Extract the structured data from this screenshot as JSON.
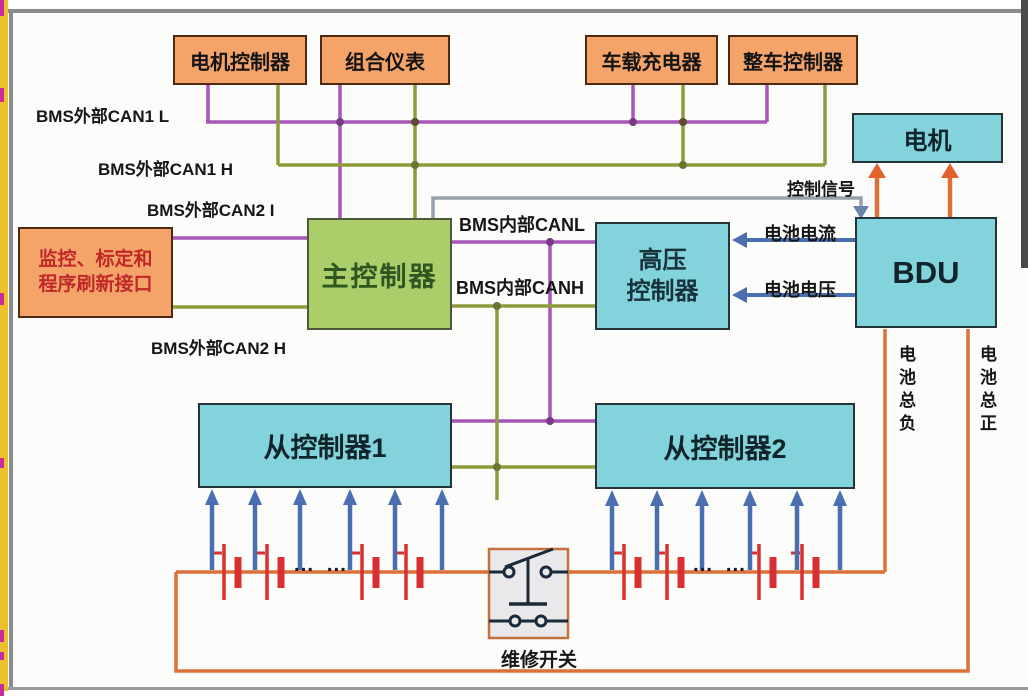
{
  "diagram": {
    "boxes": {
      "motor_controller": {
        "label": "电机控制器"
      },
      "instrument_cluster": {
        "label": "组合仪表"
      },
      "onboard_charger": {
        "label": "车载充电器"
      },
      "vehicle_controller": {
        "label": "整车控制器"
      },
      "monitor_interface": {
        "label_line1": "监控、标定和",
        "label_line2": "程序刷新接口"
      },
      "main_controller": {
        "label": "主控制器"
      },
      "hv_controller": {
        "label_line1": "高压",
        "label_line2": "控制器"
      },
      "bdu": {
        "label": "BDU"
      },
      "motor": {
        "label": "电机"
      },
      "slave_controller_1": {
        "label": "从控制器1"
      },
      "slave_controller_2": {
        "label": "从控制器2"
      }
    },
    "bus_labels": {
      "can1_l": "BMS外部CAN1 L",
      "can1_h": "BMS外部CAN1 H",
      "can2_l": "BMS外部CAN2 I",
      "can2_h": "BMS外部CAN2 H",
      "internal_canl": "BMS内部CANL",
      "internal_canh": "BMS内部CANH"
    },
    "signal_labels": {
      "control_signal": "控制信号",
      "battery_current": "电池电流",
      "battery_voltage": "电池电压",
      "battery_total_negative": "电池总负",
      "battery_total_positive": "电池总正",
      "service_switch": "维修开关"
    },
    "battery_ellipsis": "… …",
    "colors": {
      "can_l_purple": "#a855b8",
      "can_h_olive": "#8f9a3d",
      "control_signal_gray": "#97a1ad",
      "signal_arrow_blue": "#4a6fb0",
      "power_orange": "#dd7038",
      "battery_red": "#d83030",
      "box_orange": "#f4a469",
      "box_green": "#abce6b",
      "box_cyan": "#82d3dc",
      "monitor_text_red": "#c0282a",
      "frame_yellow": "#eec12c",
      "frame_magenta": "#c82da0",
      "frame_gray": "#8c8c8c"
    }
  }
}
